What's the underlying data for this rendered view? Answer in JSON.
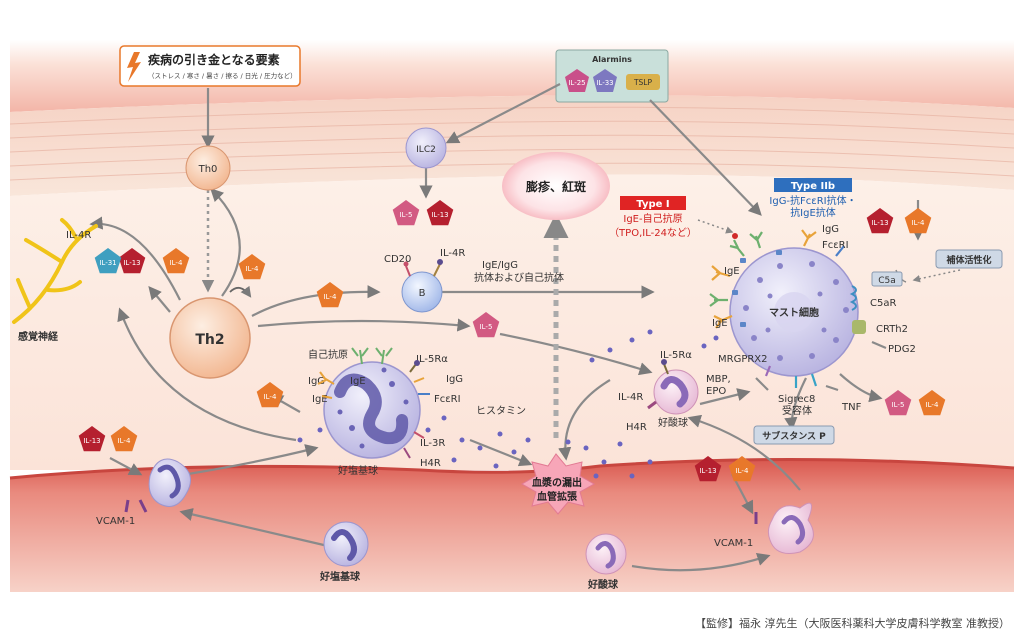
{
  "trigger": {
    "title": "疾病の引き金となる要素",
    "subtitle": "（ストレス / 寒さ / 暑さ / 擦る / 日光 / 圧力など）"
  },
  "alarmins": {
    "title": "Alarmins",
    "il25": "IL-25",
    "il33": "IL-33",
    "tslp": "TSLP"
  },
  "cells": {
    "th0": "Th0",
    "th2": "Th2",
    "ilc2": "ILC2",
    "b": "B",
    "mast": "マスト細胞",
    "basophil": "好塩基球",
    "eosinophil": "好酸球",
    "basophil_bottom": "好塩基球",
    "eosinophil_bottom": "好酸球"
  },
  "labels": {
    "wheal": "膨疹、紅斑",
    "sensory": "感覚神経",
    "il4r_nerve": "IL-4R",
    "cd20": "CD20",
    "il4r_b": "IL-4R",
    "ige_igg": "IgE/IgG",
    "autoab": "抗体および自己抗体",
    "autoantigen": "自己抗原",
    "igg_l": "IgG",
    "ige_l": "IgE",
    "ige_l2": "IgE",
    "il5ra_baso": "IL-5Rα",
    "igg_r": "IgG",
    "fceri_baso": "FcεRI",
    "il3r": "IL-3R",
    "h4r_baso": "H4R",
    "histamine": "ヒスタミン",
    "il5ra_eos": "IL-5Rα",
    "mbp": "MBP,",
    "epo": "EPO",
    "il4r_eos": "IL-4R",
    "h4r_eos": "H4R",
    "type1": "Type I",
    "type1_desc1": "IgE-自己抗原",
    "type1_desc2": "（TPO,IL-24など）",
    "type2b": "Type IIb",
    "type2b_desc1": "IgG-抗FcεRI抗体・",
    "type2b_desc2": "抗IgE抗体",
    "ige_mast1": "IgE",
    "ige_mast2": "IgE",
    "igg_mast": "IgG",
    "fceri_mast": "FcεRI",
    "complement": "補体活性化",
    "c5a": "C5a",
    "c5ar": "C5aR",
    "crth2": "CRTh2",
    "pdg2": "PDG2",
    "tnf": "TNF",
    "mrgprx2": "MRGPRX2",
    "sigrec8a": "Sigrec8",
    "sigrec8b": "受容体",
    "substance_p": "サブスタンス P",
    "leak1": "血漿の漏出",
    "leak2": "血管拡張",
    "vcam_l": "VCAM-1",
    "vcam_r": "VCAM-1"
  },
  "cytokines": {
    "il4": "IL-4",
    "il5": "IL-5",
    "il13": "IL-13",
    "il31": "IL-31"
  },
  "credit": "【監修】福永 淳先生（大阪医科薬科大学皮膚科学教室 准教授）",
  "colors": {
    "il4": "#e8782a",
    "il13": "#b5202f",
    "il5": "#d25a82",
    "il31": "#3f9fc0",
    "il25": "#c9508a",
    "il33": "#7d78c0",
    "tslp": "#d9b04a",
    "cell": "#c9c6ea",
    "skin": "#f6c9b4",
    "vessel": "#e58a80"
  }
}
